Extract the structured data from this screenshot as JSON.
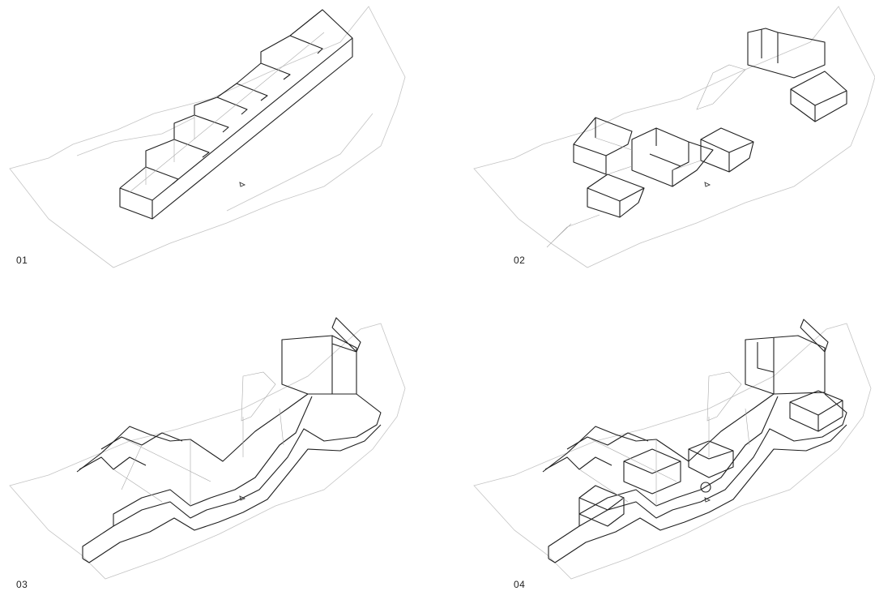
{
  "panels": [
    {
      "label": "01"
    },
    {
      "label": "02"
    },
    {
      "label": "03"
    },
    {
      "label": "04"
    }
  ]
}
